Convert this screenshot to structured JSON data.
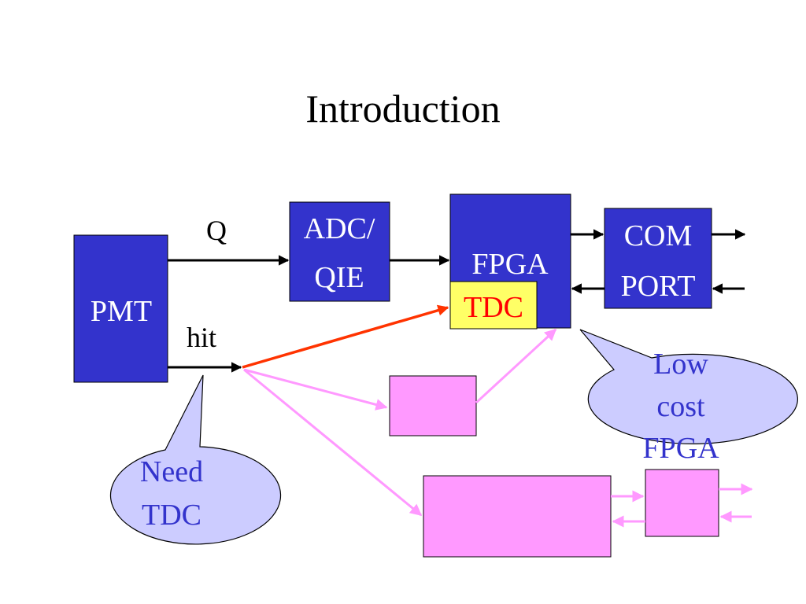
{
  "slide": {
    "title": "Introduction"
  },
  "diagram": {
    "blocks": {
      "pmt": "PMT",
      "adc_line1": "ADC/",
      "adc_line2": "QIE",
      "fpga": "FPGA",
      "tdc": "TDC",
      "com_line1": "COM",
      "com_line2": "PORT"
    },
    "signals": {
      "q": "Q",
      "hit": "hit"
    },
    "callouts": {
      "need_tdc_line1": "Need",
      "need_tdc_line2": "TDC",
      "low_cost_line1": "Low",
      "low_cost_line2": "cost",
      "low_cost_line3": "FPGA"
    }
  },
  "colors": {
    "block_blue": "#3333cc",
    "tdc_yellow": "#ffff66",
    "tdc_text": "#ff0000",
    "red_arrow": "#ff3300",
    "pink": "#ff99ff",
    "callout_fill": "#ccccff",
    "callout_text": "#3333cc"
  }
}
